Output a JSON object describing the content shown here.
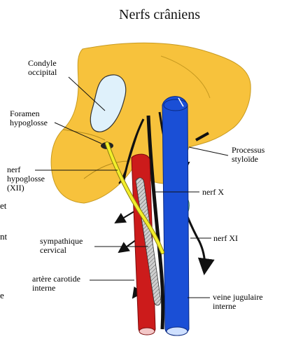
{
  "title": "Nerfs crâniens",
  "labels": {
    "condyle": [
      "Condyle",
      "occipital"
    ],
    "foramen": [
      "Foramen",
      "hypoglosse"
    ],
    "nerf_hypo": [
      "nerf",
      "hypoglosse",
      "(XII)"
    ],
    "processus": [
      "Processus",
      "styloïde"
    ],
    "nerf_x": "nerf X",
    "nerf_xi": "nerf XI",
    "sympathique": [
      "sympathique",
      "cervical"
    ],
    "carotide": [
      "artère carotide",
      "interne"
    ],
    "jugulaire": [
      "veine jugulaire",
      "interne"
    ]
  },
  "edge_fragments": [
    "et",
    "nt",
    "e"
  ],
  "colors": {
    "bone": "#f7c23c",
    "condyle_fill": "#dff1fb",
    "artery": "#cc1b1b",
    "vein": "#1a4fd6",
    "hypoglossal_nerve": "#f2ee2a",
    "styloid": "#9fd8b4"
  }
}
